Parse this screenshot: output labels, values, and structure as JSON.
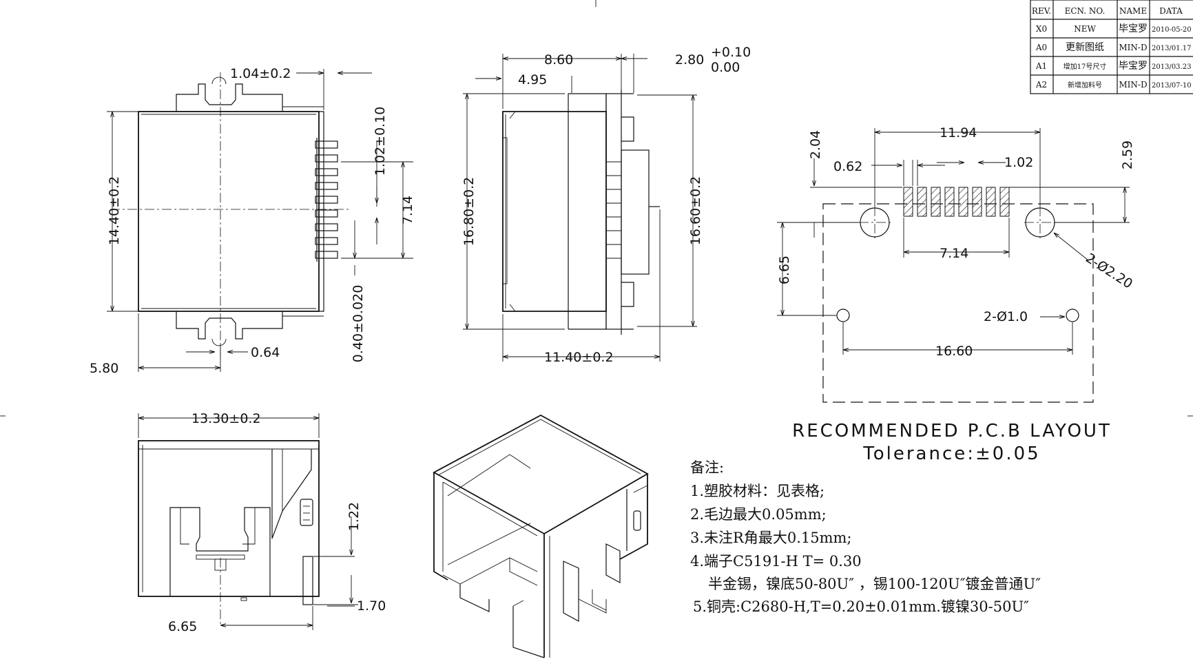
{
  "revision_table": {
    "headers": [
      "REV.",
      "ECN. NO.",
      "NAME",
      "DATA"
    ],
    "rows": [
      [
        "X0",
        "NEW",
        "毕宝罗",
        "2010-05-20"
      ],
      [
        "A0",
        "更新图纸",
        "MIN-D",
        "2013/01.17"
      ],
      [
        "A1",
        "增加17号尺寸",
        "毕宝罗",
        "2013/03.23"
      ],
      [
        "A2",
        "新增加料号",
        "MIN-D",
        "2013/07-10"
      ]
    ]
  },
  "top_view": {
    "dim_pin_width": "1.04±0.2",
    "dim_height": "14.40±0.2",
    "dim_pitch": "1.02±0.10",
    "dim_pin_span": "7.14",
    "dim_pin_thickness": "0.40±0.020",
    "dim_offset": "5.80",
    "dim_tab": "0.64"
  },
  "side_view": {
    "dim_depth": "8.60",
    "dim_front": "4.95",
    "dim_pin": "2.80",
    "tol_plus": "+0.10",
    "tol_minus": "0.00",
    "dim_left_height": "16.80±0.2",
    "dim_right_height": "16.60±0.2",
    "dim_width": "11.40±0.2"
  },
  "pcb_layout": {
    "dim_total": "11.94",
    "dim_pad_width": "0.62",
    "dim_pitch": "1.02",
    "dim_top_offset": "2.04",
    "dim_right_offset": "2.59",
    "dim_pad_span": "7.14",
    "dim_hole_large": "2-Ø2.20",
    "dim_vertical": "6.65",
    "dim_hole_small": "2-Ø1.0",
    "dim_small_span": "16.60",
    "title": "RECOMMENDED P.C.B LAYOUT",
    "tolerance": "Tolerance:±0.05"
  },
  "front_view": {
    "dim_width": "13.30±0.2",
    "dim_1": "1.22",
    "dim_2": "1.70",
    "dim_3": "6.65"
  },
  "notes": {
    "heading": "备注:",
    "lines": [
      "1.塑胶材料：见表格;",
      "2.毛边最大0.05mm;",
      "3.未注R角最大0.15mm;",
      "4.端子C5191-H  T= 0.30",
      "半金锡，镍底50-80U″ ，锡100-120U″镀金普通U″",
      "5.铜壳:C2680-H,T=0.20±0.01mm.镀镍30-50U″"
    ]
  }
}
